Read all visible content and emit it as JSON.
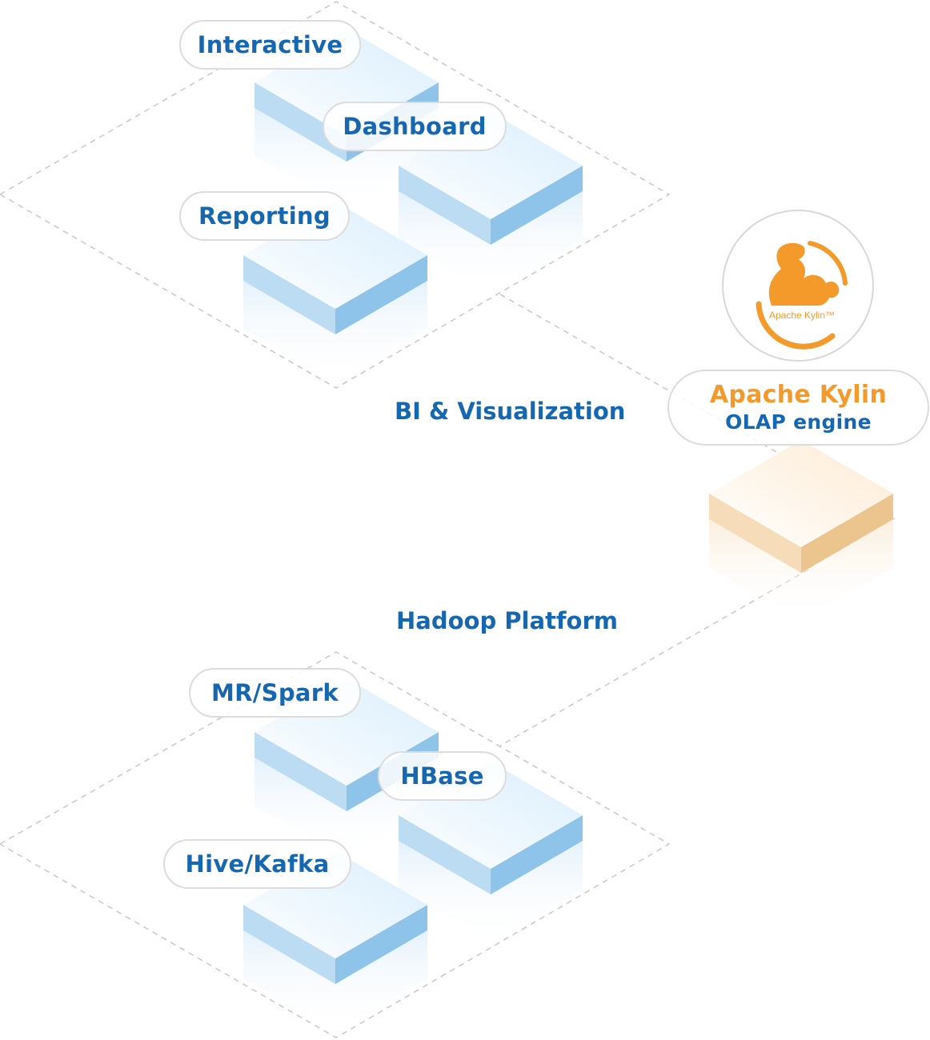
{
  "layers": {
    "bi": {
      "title": "BI & Visualization",
      "items": [
        "Interactive",
        "Dashboard",
        "Reporting"
      ]
    },
    "hadoop": {
      "title": "Hadoop Platform",
      "items": [
        "MR/Spark",
        "HBase",
        "Hive/Kafka"
      ]
    }
  },
  "kylin": {
    "logo_text": "Apache Kylin™",
    "name": "Apache Kylin",
    "subtitle": "OLAP engine"
  },
  "colors": {
    "text_blue": "#1467b0",
    "accent_orange": "#f39a2b",
    "block_blue": "#8ec4ea",
    "block_orange": "#ecc48e",
    "dash": "#c8c8c8"
  }
}
